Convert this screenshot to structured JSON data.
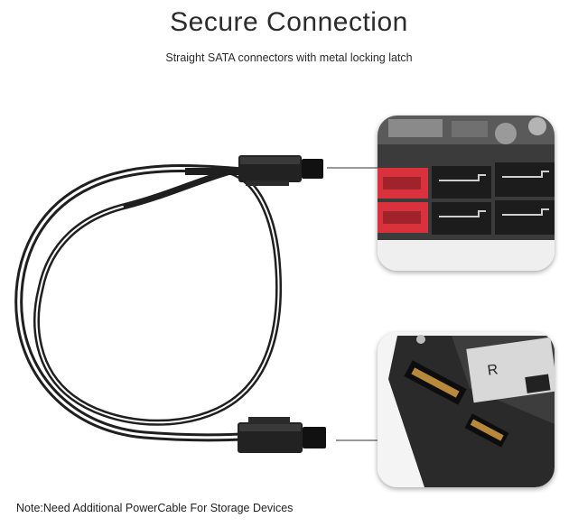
{
  "title": "Secure Connection",
  "subtitle": "Straight SATA connectors with metal locking latch",
  "note": "Note:Need Additional PowerCable For Storage Devices",
  "ssd_label_text": "R",
  "colors": {
    "cable": "#1f1f1f",
    "port_red": "#d9303c",
    "pcb": "#3a3a3a",
    "connector_gold": "#b8893a",
    "text": "#2b2b2b"
  }
}
